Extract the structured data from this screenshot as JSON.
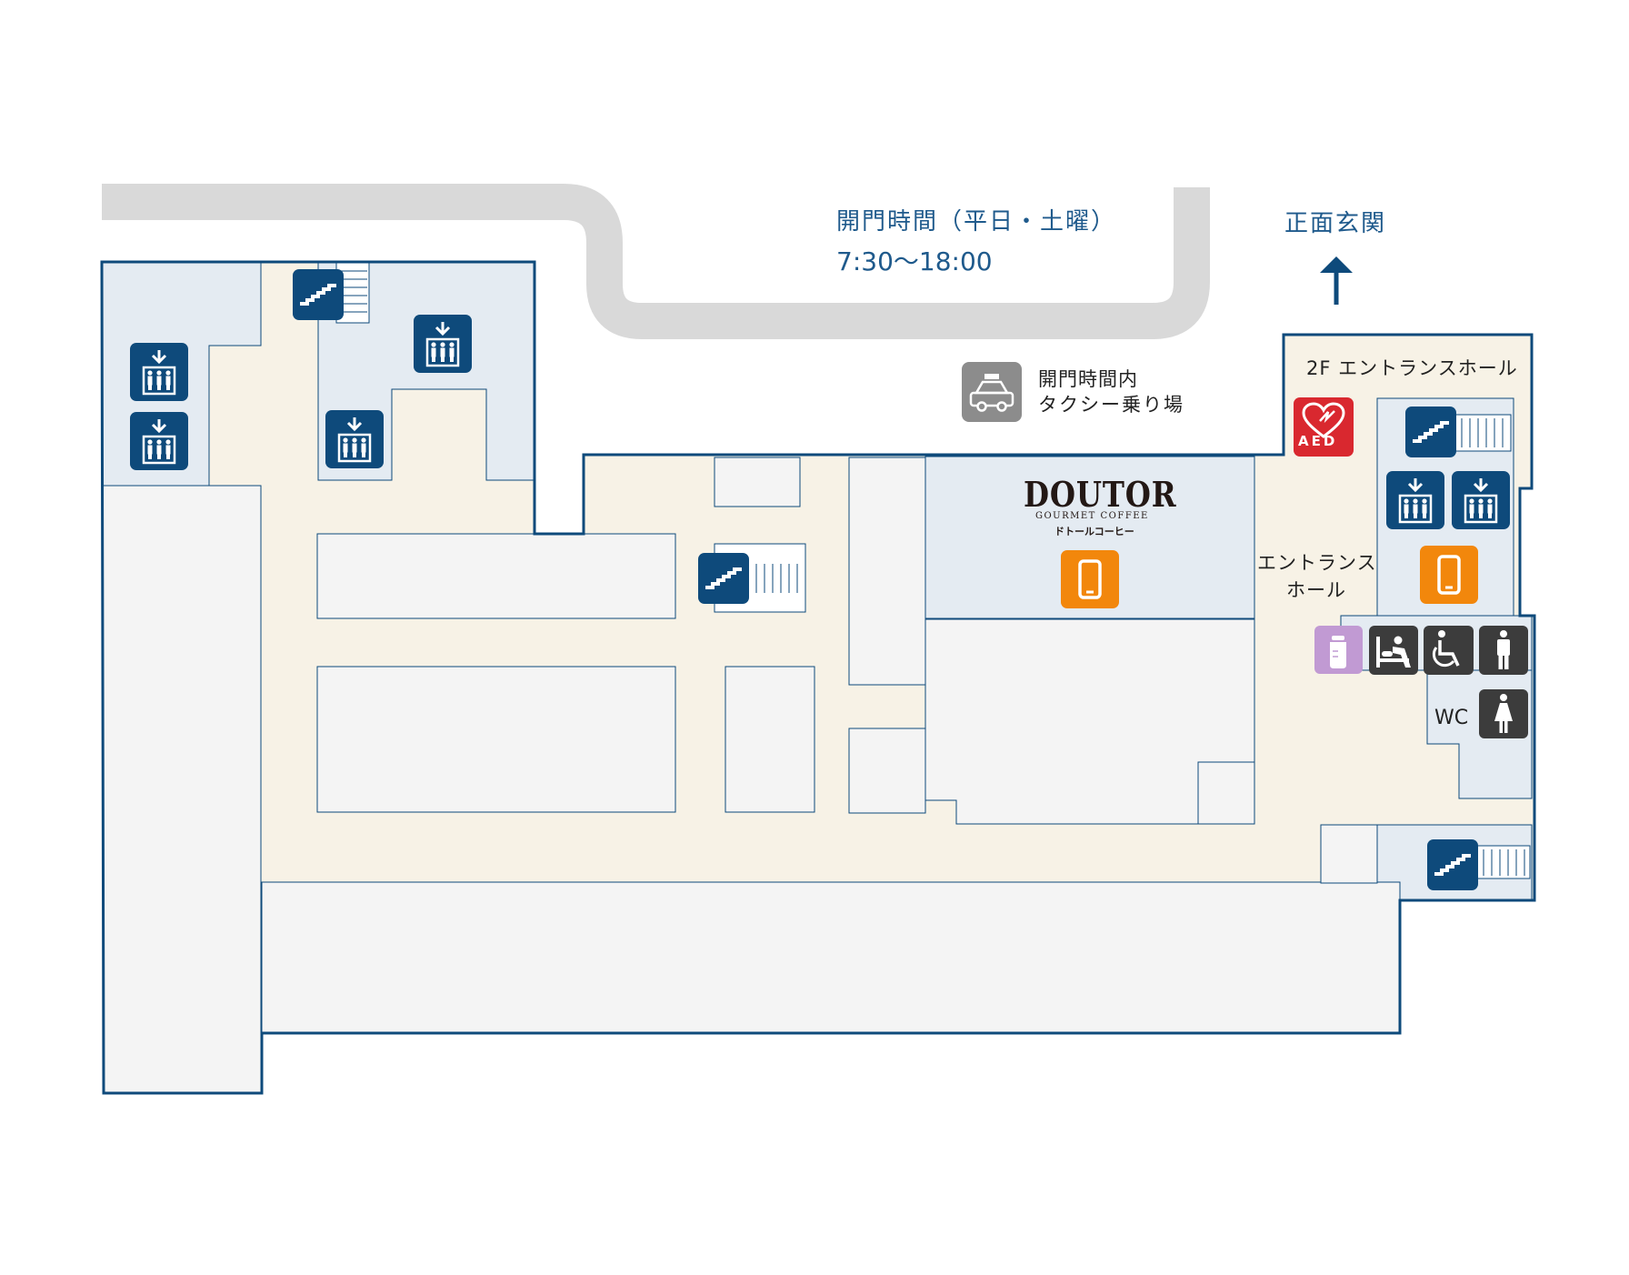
{
  "labels": {
    "hours_title": "開門時間（平日・土曜）",
    "hours_time": "7:30〜18:00",
    "main_entrance": "正面玄関",
    "taxi_line1": "開門時間内",
    "taxi_line2": "タクシー乗り場",
    "entrance_hall_2f": "2F エントランスホール",
    "entrance_hall_line1": "エントランス",
    "entrance_hall_line2": "ホール",
    "wc": "WC",
    "aed": "AED"
  },
  "shop": {
    "name": "DOUTOR",
    "sub": "GOURMET COFFEE",
    "kana": "ドトールコーヒー"
  },
  "icons": {
    "elevator": "elevator-icon",
    "escalator": "escalator-icon",
    "phone": "smartphone-icon",
    "taxi": "taxi-icon",
    "aed": "aed-icon",
    "nursing": "nursing-bottle-icon",
    "baby_changing": "baby-changing-icon",
    "accessible": "wheelchair-icon",
    "men": "men-restroom-icon",
    "women": "women-restroom-icon",
    "arrow": "arrow-up-icon"
  },
  "colors": {
    "outline": "#0e4a7b",
    "corridor": "#f7f2e6",
    "room": "#f4f4f4",
    "hall_zone": "#e4ebf2",
    "road": "#d9d9d9",
    "icon_blue": "#0e4a7b",
    "icon_orange": "#f2870c",
    "icon_gray": "#8c8c8c",
    "icon_dark": "#3c3c3c",
    "icon_purple": "#c19ad3",
    "aed_red": "#d9282f",
    "label_blue": "#1f5a8c"
  }
}
